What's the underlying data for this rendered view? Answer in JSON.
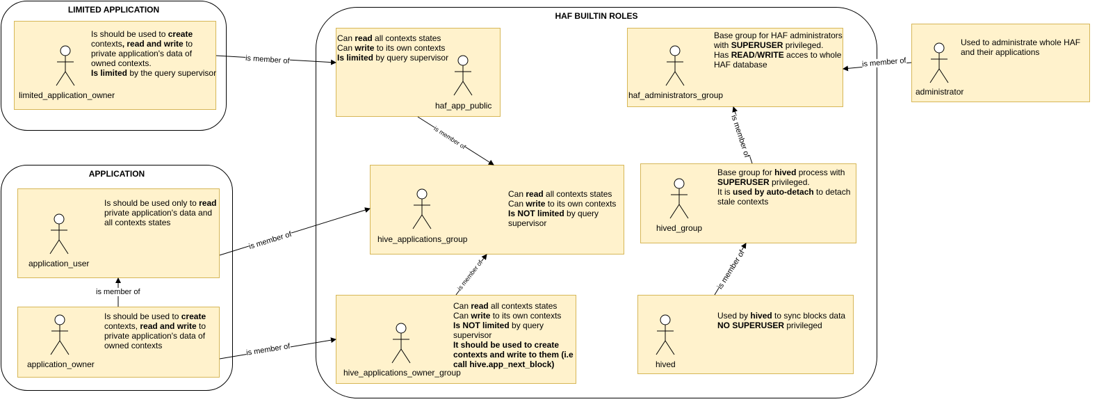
{
  "groups": {
    "limited": "LIMITED APPLICATION",
    "application": "APPLICATION",
    "haf": "HAF BUILTIN ROLES"
  },
  "roles": {
    "limited_owner": {
      "name": "limited_application_owner",
      "desc": [
        "Is should be used to ",
        "create",
        " contexts",
        ", read and write",
        " to private application's data of owned contexts.",
        "Is limited",
        " by the query supervisor"
      ]
    },
    "app_user": {
      "name": "application_user",
      "desc": [
        "Is should be used only to ",
        "read",
        " private application's data and all contexts states"
      ]
    },
    "app_owner": {
      "name": "application_owner",
      "desc": [
        "Is should be used to ",
        "create",
        " contexts, ",
        "read and write",
        " to private application's data of owned contexts"
      ]
    },
    "haf_public": {
      "name": "haf_app_public",
      "desc": [
        "Can ",
        "read",
        " all contexts states",
        "Can ",
        "write",
        " to its own contexts",
        "Is limited",
        " by query supervisor"
      ]
    },
    "hive_apps": {
      "name": "hive_applications_group",
      "desc": [
        "Can ",
        "read",
        " all contexts states",
        "Can ",
        "write",
        " to its own contexts",
        "Is NOT limited",
        " by query supervisor"
      ]
    },
    "hive_apps_owner": {
      "name": "hive_applications_owner_group",
      "desc": [
        "Can ",
        "read",
        " all contexts states",
        "Can ",
        "write",
        " to its own contexts",
        "Is NOT limited",
        " by query supervisor",
        "It should be used to create contexts and write to them (i.e call hive.app_next_block)"
      ]
    },
    "haf_admins": {
      "name": "haf_administrators_group",
      "desc": [
        "Base group for HAF administrators with ",
        "SUPERUSER",
        " privileged.",
        "Has ",
        "READ",
        "/",
        "WRITE",
        " acces to whole HAF database"
      ]
    },
    "hived_group": {
      "name": "hived_group",
      "desc": [
        "Base group for ",
        "hived",
        " process with ",
        "SUPERUSER",
        " privileged.",
        "It is ",
        "used by auto-detach",
        " to detach stale contexts"
      ]
    },
    "hived": {
      "name": "hived",
      "desc": [
        "Used by ",
        "hived",
        " to sync blocks data",
        "NO SUPERUSER",
        " privileged"
      ]
    },
    "administrator": {
      "name": "administrator",
      "desc": [
        "Used to administrate whole HAF and their applications"
      ]
    }
  },
  "edges": {
    "label": "is member of"
  },
  "colors": {
    "role_fill": "#fff2cc",
    "role_stroke": "#d6b656"
  }
}
